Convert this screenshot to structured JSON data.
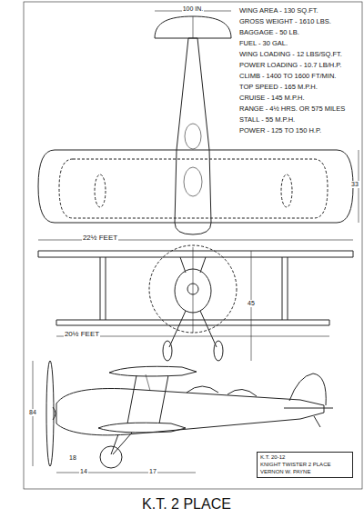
{
  "diagram": {
    "caption": "K.T. 2 PLACE",
    "nodes": [
      {
        "text": [
          "K.T. 20-12",
          "KNIGHT TWISTER 2 PLACE",
          "VERNON W. PAYNE"
        ]
      }
    ],
    "labels": [
      "WING AREA - 130 SQ.FT.",
      "GROSS WEIGHT - 1610 LBS.",
      "BAGGAGE - 50 LB.",
      "FUEL - 30 GAL.",
      "WING LOADING - 12 LBS/SQ.FT.",
      "POWER LOADING - 10.7 LB/H.P.",
      "CLIMB - 1400 TO 1600 FT/MIN.",
      "TOP SPEED - 165 M.P.H.",
      "CRUISE - 145 M.P.H.",
      "RANGE - 4½ HRS. OR 575 MILES",
      "STALL - 55 M.P.H.",
      "POWER - 125 TO 150 H.P.",
      "100 IN.",
      "33",
      "22½ FEET",
      "45",
      "20½ FEET",
      "84",
      "18",
      "14",
      "17"
    ]
  }
}
